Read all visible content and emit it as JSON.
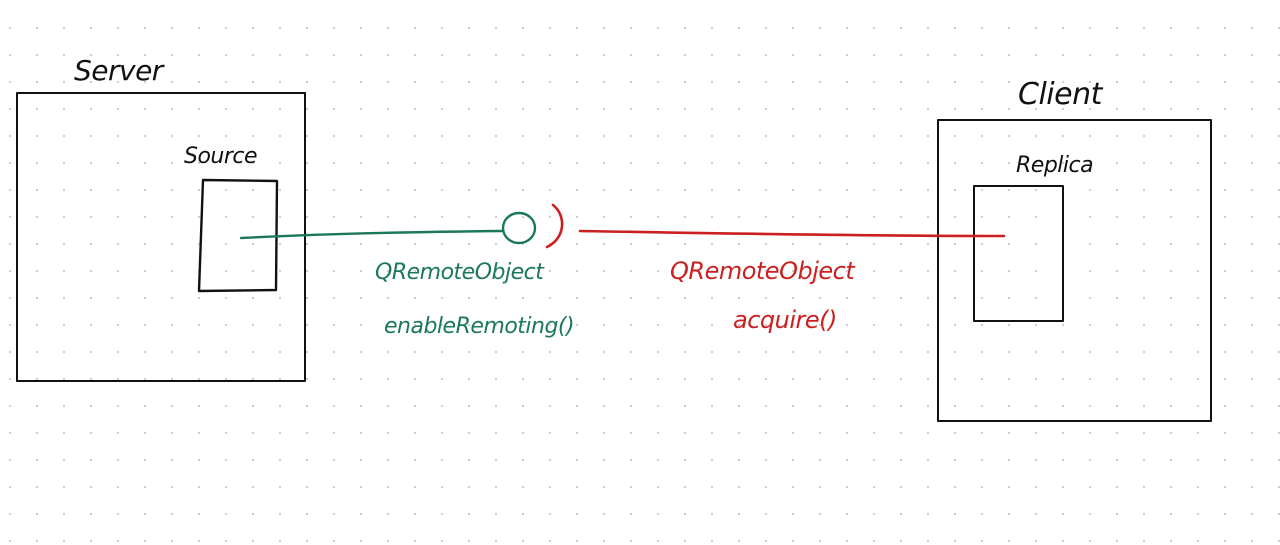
{
  "diagram": {
    "server": {
      "label": "Server"
    },
    "source": {
      "label": "Source"
    },
    "client": {
      "label": "Client"
    },
    "replica": {
      "label": "Replica"
    },
    "enable_remoting": {
      "line1": "QRemoteObject",
      "line2": "enableRemoting()"
    },
    "acquire": {
      "line1": "QRemoteObject",
      "line2": "acquire()"
    }
  },
  "colors": {
    "ink": "#111111",
    "green": "#1b7a55",
    "red": "#cc1f1f",
    "grid_dot": "#c9c9c9",
    "background": "#ffffff"
  }
}
